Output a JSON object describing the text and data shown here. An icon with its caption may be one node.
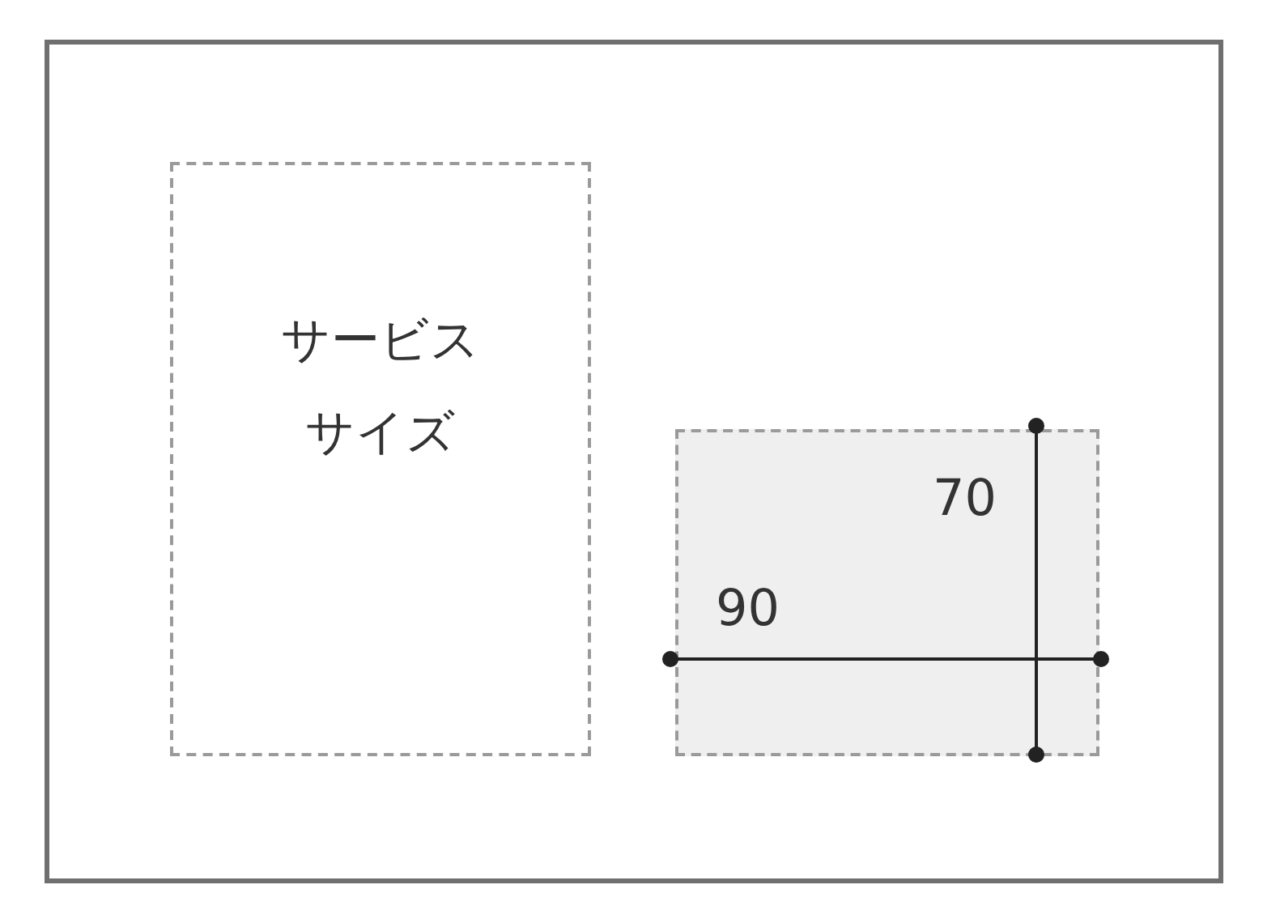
{
  "diagram": {
    "nodes": [
      {
        "text": [
          "サービスサイズ"
        ]
      },
      {
        "text": [],
        "shape": "box"
      }
    ],
    "labels": [
      "70",
      "90"
    ]
  }
}
